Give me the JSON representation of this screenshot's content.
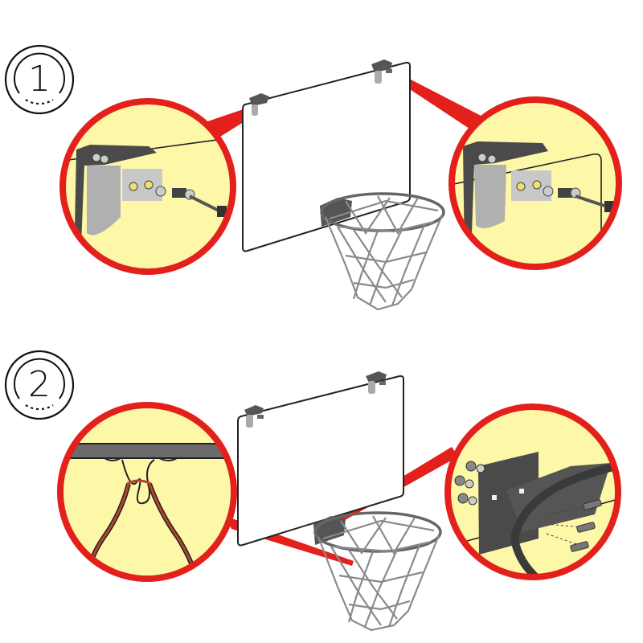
{
  "diagram": {
    "type": "assembly-instructions",
    "subject": "over-the-door mini basketball hoop",
    "colors": {
      "callout_ring": "#e3201b",
      "callout_fill": "#fdf7a8",
      "line": "#222222",
      "bracket": "#4a4a4a",
      "net": "#8a8a8a",
      "net_detail": "#b5442c"
    },
    "steps": [
      {
        "number": "1",
        "description": "Attach the two door brackets to the top corners of the backboard with bolts, washers and nuts",
        "callouts": [
          {
            "position": "left",
            "shows": "left top bracket bolt assembly"
          },
          {
            "position": "right",
            "shows": "right top bracket bolt assembly"
          }
        ]
      },
      {
        "number": "2",
        "description": "Hook the net onto the rim clips and bolt the rim bracket to the backboard",
        "callouts": [
          {
            "position": "left",
            "shows": "net loop hooked onto rim clip"
          },
          {
            "position": "right",
            "shows": "rim bracket with three bolts, nuts and washers"
          }
        ]
      }
    ]
  }
}
